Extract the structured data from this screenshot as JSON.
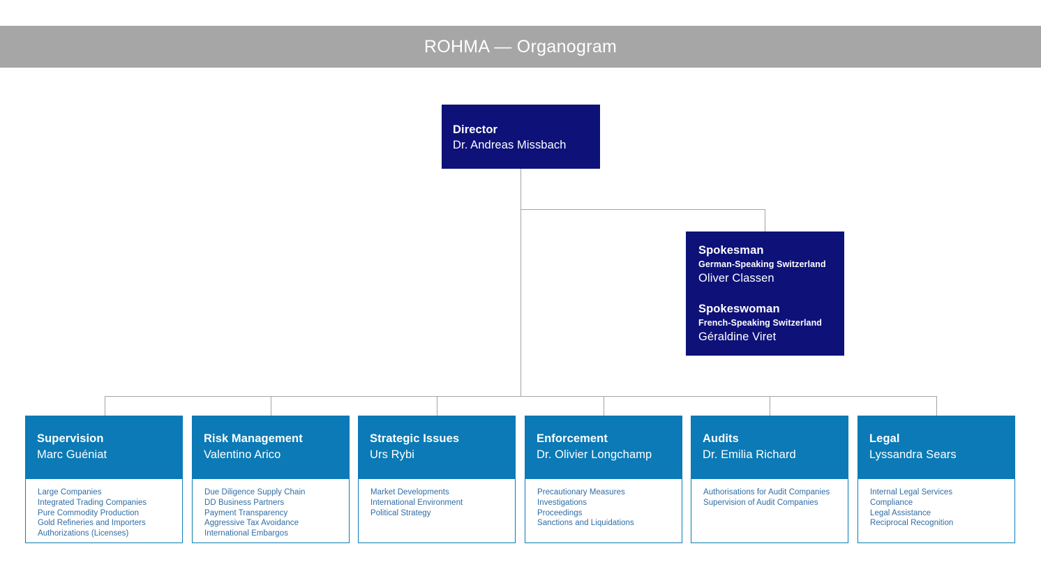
{
  "header": {
    "title": "ROHMA — Organogram",
    "bar_color": "#a6a6a6",
    "text_color": "#ffffff"
  },
  "theme": {
    "navy": "#0d1178",
    "blue": "#0b7ab6",
    "list_text": "#2e6ca4",
    "line": "#a3a3a3",
    "background": "#ffffff"
  },
  "director": {
    "role": "Director",
    "name": "Dr. Andreas Missbach"
  },
  "spokespersons": {
    "first": {
      "role": "Spokesman",
      "region": "German-Speaking Switzerland",
      "name": "Oliver Classen"
    },
    "second": {
      "role": "Spokeswoman",
      "region": "French-Speaking Switzerland",
      "name": "Géraldine Viret"
    }
  },
  "departments": [
    {
      "title": "Supervision",
      "lead": "Marc Guéniat",
      "items": [
        "Large Companies",
        "Integrated Trading Companies",
        "Pure Commodity Production",
        "Gold Refineries and Importers",
        "Authorizations (Licenses)"
      ]
    },
    {
      "title": "Risk Management",
      "lead": "Valentino Arico",
      "items": [
        "Due Diligence Supply Chain",
        "DD Business Partners",
        "Payment Transparency",
        "Aggressive Tax Avoidance",
        "International Embargos"
      ]
    },
    {
      "title": "Strategic Issues",
      "lead": "Urs Rybi",
      "items": [
        "Market Developments",
        "International Environment",
        "Political Strategy"
      ]
    },
    {
      "title": "Enforcement",
      "lead": "Dr. Olivier Longchamp",
      "items": [
        "Precautionary Measures",
        "Investigations",
        "Proceedings",
        "Sanctions and Liquidations"
      ]
    },
    {
      "title": "Audits",
      "lead": "Dr. Emilia Richard",
      "items": [
        "Authorisations for Audit Companies",
        "Supervision of Audit Companies"
      ]
    },
    {
      "title": "Legal",
      "lead": "Lyssandra Sears",
      "items": [
        "Internal Legal Services",
        "Compliance",
        "Legal Assistance",
        "Reciprocal Recognition"
      ]
    }
  ]
}
